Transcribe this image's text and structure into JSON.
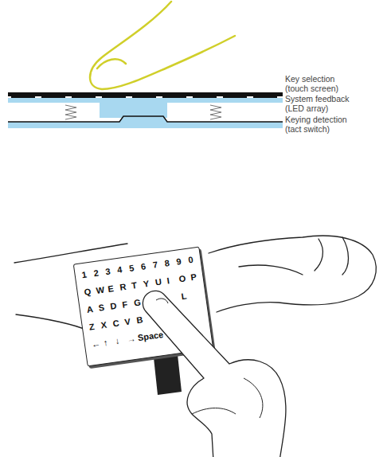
{
  "diagram": {
    "labels": [
      "Key selection (touch screen)",
      "System feedback (LED array)",
      "Keying detection (tact switch)",
      "1",
      "2",
      "3",
      "4",
      "5",
      "6",
      "7",
      "8",
      "9",
      "0",
      "Q",
      "W",
      "E",
      "R",
      "T",
      "Y",
      "U",
      "I",
      "O",
      "P",
      "A",
      "S",
      "D",
      "F",
      "G",
      "L",
      "Z",
      "X",
      "C",
      "V",
      "B",
      "←",
      "↑",
      "↓",
      "→",
      "Space"
    ]
  }
}
